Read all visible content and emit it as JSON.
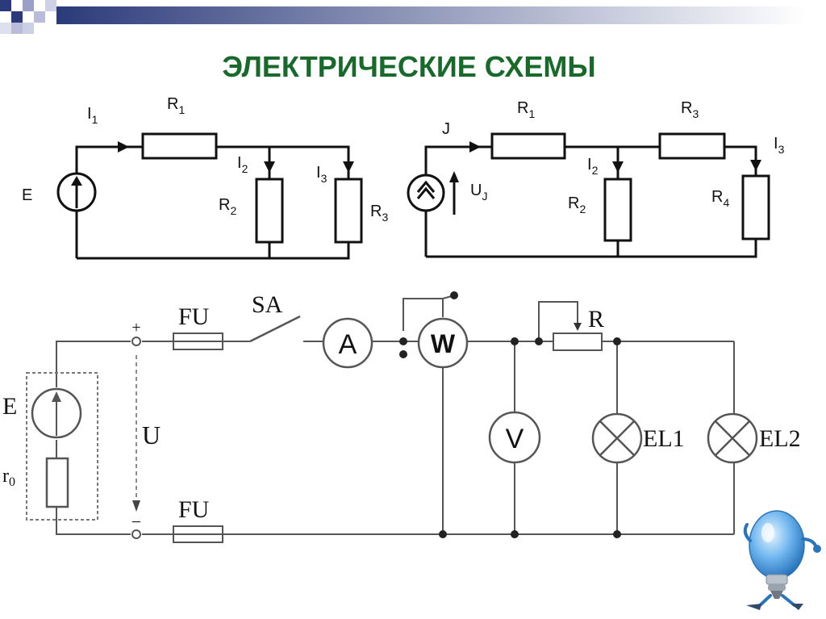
{
  "title": "ЭЛЕКТРИЧЕСКИЕ СХЕМЫ",
  "circuit1": {
    "I1": "I",
    "I1_sub": "1",
    "R1": "R",
    "R1_sub": "1",
    "E": "E",
    "I2": "I",
    "I2_sub": "2",
    "I3": "I",
    "I3_sub": "3",
    "R2": "R",
    "R2_sub": "2",
    "R3": "R",
    "R3_sub": "3"
  },
  "circuit2": {
    "J": "J",
    "R1": "R",
    "R1_sub": "1",
    "R3": "R",
    "R3_sub": "3",
    "UJ": "U",
    "UJ_sub": "J",
    "I2": "I",
    "I2_sub": "2",
    "R2": "R",
    "R2_sub": "2",
    "I3": "I",
    "I3_sub": "3",
    "R4": "R",
    "R4_sub": "4"
  },
  "circuit3": {
    "E": "E",
    "r0": "r",
    "r0_sub": "0",
    "plus": "+",
    "minus": "−",
    "U": "U",
    "FU_top": "FU",
    "FU_bottom": "FU",
    "SA": "SA",
    "A": "A",
    "W": "W",
    "V": "V",
    "R": "R",
    "EL1": "EL1",
    "EL2": "EL2"
  },
  "colors": {
    "title": "#176a2a",
    "wire": "#111111",
    "deco_dark": "#2b3a7a",
    "deco_light": "#b8bcd8",
    "bulb": "#5aa8e8"
  },
  "icons": [
    "lightbulb-mascot-icon"
  ]
}
